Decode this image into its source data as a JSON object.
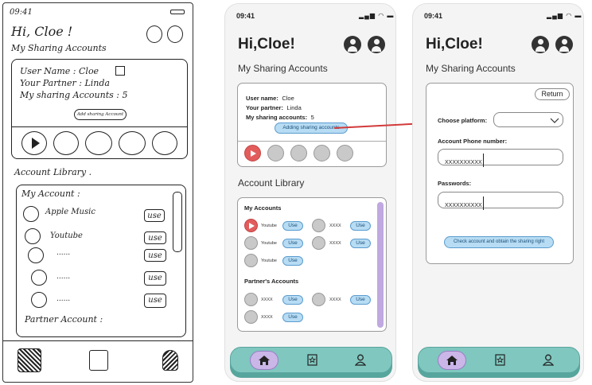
{
  "sketch": {
    "time": "09:41",
    "greeting": "Hi, Cloe !",
    "section_title": "My Sharing Accounts",
    "user_name": "User Name : Cloe",
    "partner": "Your Partner : Linda",
    "sharing_count": "My sharing Accounts : 5",
    "add_button": "Add sharing Account",
    "library_title": "Account Library .",
    "my_account": "My Account :",
    "items": [
      {
        "name": "Apple Music",
        "btn": "use"
      },
      {
        "name": "Youtube",
        "btn": "use"
      },
      {
        "name": "......",
        "btn": "use"
      },
      {
        "name": "......",
        "btn": "use"
      },
      {
        "name": "......",
        "btn": "use"
      }
    ],
    "partner_account": "Partner Account :"
  },
  "phone1": {
    "time": "09:41",
    "status_icons": "▂▄▆ ◠ ▬",
    "greeting": "Hi,Cloe!",
    "section_title": "My Sharing Accounts",
    "user_name_label": "User name:",
    "user_name_value": "Cloe",
    "partner_label": "Your partner:",
    "partner_value": "Linda",
    "sharing_label": "My sharing accounts:",
    "sharing_value": "5",
    "add_button": "Adding sharing accounts",
    "library_title": "Account Library",
    "my_accounts_title": "My Accounts",
    "my_accounts": [
      {
        "left": "Youtube",
        "right": "XXXX"
      },
      {
        "left": "Youtube",
        "right": "XXXX"
      },
      {
        "left": "Youtube",
        "right": ""
      }
    ],
    "partners_title": "Partner's Accounts",
    "partner_accounts": [
      {
        "left": "XXXX",
        "right": "XXXX"
      },
      {
        "left": "XXXX",
        "right": ""
      }
    ],
    "use_label": "Use",
    "icons": [
      "home-icon",
      "star-card-icon",
      "person-icon"
    ]
  },
  "phone2": {
    "time": "09:41",
    "status_icons": "▂▄▆ ◠ ▬",
    "greeting": "Hi,Cloe!",
    "section_title": "My Sharing Accounts",
    "return_button": "Return",
    "platform_label": "Choose platform:",
    "phone_label": "Account Phone number:",
    "phone_value": "XXXXXXXXXX",
    "password_label": "Passwords:",
    "password_value": "XXXXXXXXXX",
    "check_button": "Check account and obtain the sharing right"
  },
  "colors": {
    "accent_blue": "#b7dcf3",
    "nav_teal": "#7fc7bf",
    "home_active": "#cbb6e8",
    "play_red": "#e25c5c",
    "arrow_red": "#d23a3a"
  }
}
